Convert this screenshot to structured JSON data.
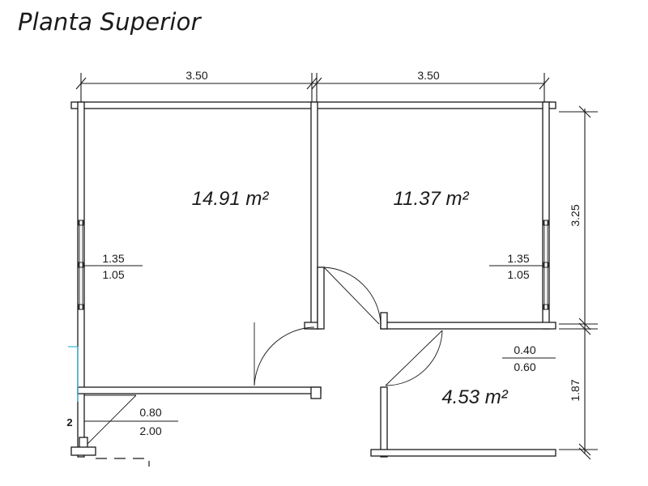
{
  "title": "Planta Superior",
  "dimensions": {
    "top_left": "3.50",
    "top_right": "3.50",
    "right_upper": "3.25",
    "right_lower": "1.87"
  },
  "rooms": {
    "left_area": "14.91 m²",
    "right_area": "11.37 m²",
    "bath_area": "4.53 m²"
  },
  "windows": {
    "left_top": "1.35",
    "left_bottom": "1.05",
    "right_top": "1.35",
    "right_bottom": "1.05",
    "bath_top": "0.40",
    "bath_bottom": "0.60"
  },
  "stair": {
    "label": "2",
    "top": "0.80",
    "bottom": "2.00"
  }
}
